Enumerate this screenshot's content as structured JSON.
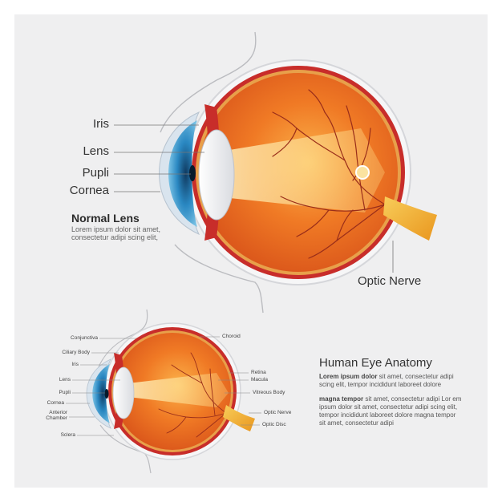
{
  "large_eye": {
    "labels": {
      "iris": "Iris",
      "lens": "Lens",
      "pupil": "Pupli",
      "cornea": "Cornea",
      "optic_nerve": "Optic Nerve"
    },
    "caption_title": "Normal Lens",
    "caption_line1": "Lorem ipsum dolor sit amet,",
    "caption_line2": "consectetur adipi scing elit,"
  },
  "small_eye": {
    "left_labels": {
      "conjunctiva": "Conjunctiva",
      "ciliary_body": "Ciliary Body",
      "iris": "Iris",
      "lens": "Lens",
      "pupil": "Pupli",
      "cornea": "Cornea",
      "anterior_chamber_1": "Anterior",
      "anterior_chamber_2": "Chamber",
      "sclera": "Sclera"
    },
    "right_labels": {
      "choroid": "Choroid",
      "retina": "Retina",
      "macula": "Macula",
      "vitreous_body": "Vitreous Body",
      "optic_nerve": "Optic Nerve",
      "optic_disc": "Optic Disc"
    }
  },
  "info": {
    "title": "Human Eye Anatomy",
    "p1_bold": "Lorem ipsum dolor",
    "p1_rest": " sit amet, consectetur adipi scing elit, tempor incididunt laboreet dolore",
    "p2_bold": "magna tempor",
    "p2_rest": " sit amet, consectetur adipi Lor em ipsum dolor sit amet, consectetur adipi scing elit, tempor incididunt laboreet dolore magna tempor  sit amet, consectetur adipi"
  },
  "colors": {
    "background": "#efeff0",
    "eyeball": "#ef6a20",
    "iris": "#2a88c2",
    "optic_nerve": "#f3b43a"
  }
}
